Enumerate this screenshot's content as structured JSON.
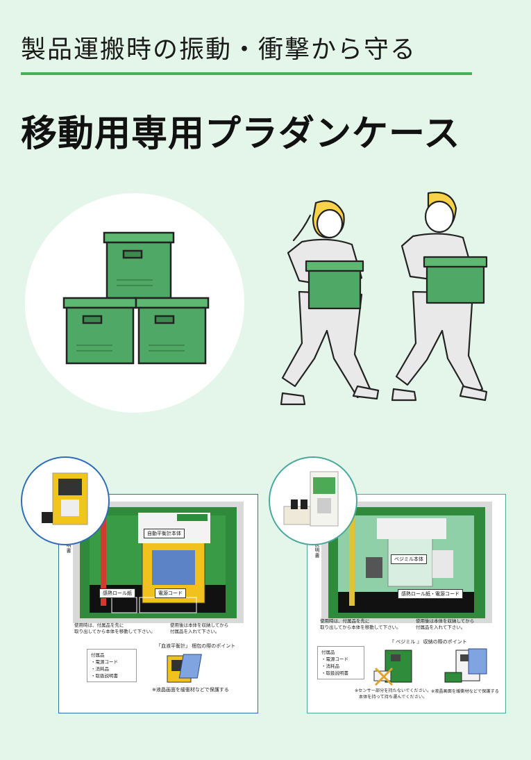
{
  "header": {
    "subtitle": "製品運搬時の振動・衝撃から守る",
    "title": "移動用専用プラダンケース"
  },
  "colors": {
    "accent": "#43b25a",
    "box_green": "#4fa865",
    "background": "#e4f6ea"
  },
  "left_panel": {
    "top_label": "自動平衡計本体",
    "roll_label": "感熱ロール紙",
    "cord_label": "電源コード",
    "manual_label": "取扱説明書",
    "note_1": "使用時は、付属品を先に\n取り出してから本体を移動して下さい。",
    "note_2": "使用後は本体を収納してから\n付属品を入れて下さい。",
    "accessories_title": "付属品",
    "accessories": [
      "・電源コード",
      "・消耗品",
      "・取扱説明書"
    ],
    "point_title": "「血液平衡計」 梱包の際のポイント",
    "point_note": "※液晶画面を緩衝材などで保護する"
  },
  "right_panel": {
    "top_label": "ベジミル本体",
    "cord_label": "感熱ロール紙・電源コード",
    "manual_label": "取扱説明書",
    "note_1": "使用時は、付属品を先に\n取り出してから本体を移動して下さい。",
    "note_2": "使用後は本体を収納してから\n付属品を入れて下さい。",
    "accessories_title": "付属品",
    "accessories": [
      "・電源コード",
      "・消耗品",
      "・取扱説明書"
    ],
    "point_title": "『 ベジミル 』 収納の際のポイント",
    "point_note_1": "※センサー部分を持たないでください。\n本体を持って持ち運んでください。",
    "point_note_2": "※液晶画面を緩衝材などで保護する"
  }
}
